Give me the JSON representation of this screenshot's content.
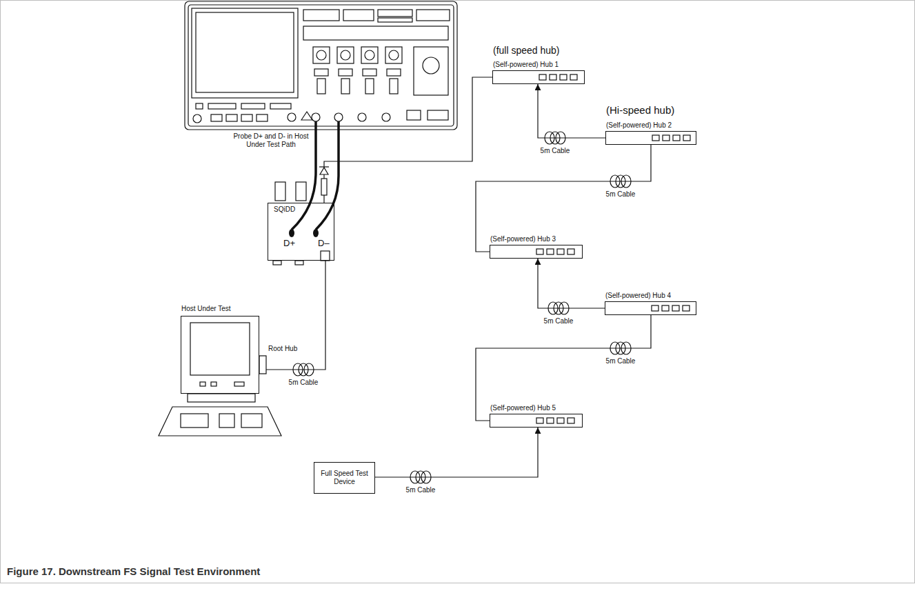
{
  "diagram": {
    "caption": "Figure 17. Downstream FS Signal Test Environment",
    "nodes": [
      {
        "text": [
          "(full speed hub)",
          "(Self-powered) Hub 1"
        ]
      },
      {
        "text": [
          "(Hi-speed hub)",
          "(Self-powered) Hub 2"
        ]
      },
      {
        "text": [
          "SQiDD",
          "D+",
          "D–"
        ]
      },
      {
        "text": [
          "(Self-powered) Hub 3"
        ]
      },
      {
        "text": [
          "(Self-powered) Hub 4"
        ]
      },
      {
        "text": [
          "Host Under Test"
        ]
      },
      {
        "text": [
          "(Self-powered) Hub 5"
        ]
      },
      {
        "text": [
          "Full Speed Test Device"
        ]
      }
    ],
    "edges": [
      {
        "from": 2,
        "to": 5,
        "label": "5m Cable",
        "arrow": "to"
      },
      {
        "from": 2,
        "to": 0,
        "arrow": "none"
      },
      {
        "from": 1,
        "to": 0,
        "label": "5m Cable",
        "arrow": "to"
      },
      {
        "from": 1,
        "to": 3,
        "label": "5m Cable",
        "arrow": "none"
      },
      {
        "from": 4,
        "to": 3,
        "label": "5m Cable",
        "arrow": "to"
      },
      {
        "from": 4,
        "to": 6,
        "label": "5m Cable",
        "arrow": "none"
      },
      {
        "from": 7,
        "to": 6,
        "label": "5m Cable",
        "arrow": "to"
      }
    ],
    "labels": [
      "Probe D+ and D- in Host Under Test Path",
      "Root Hub"
    ]
  }
}
